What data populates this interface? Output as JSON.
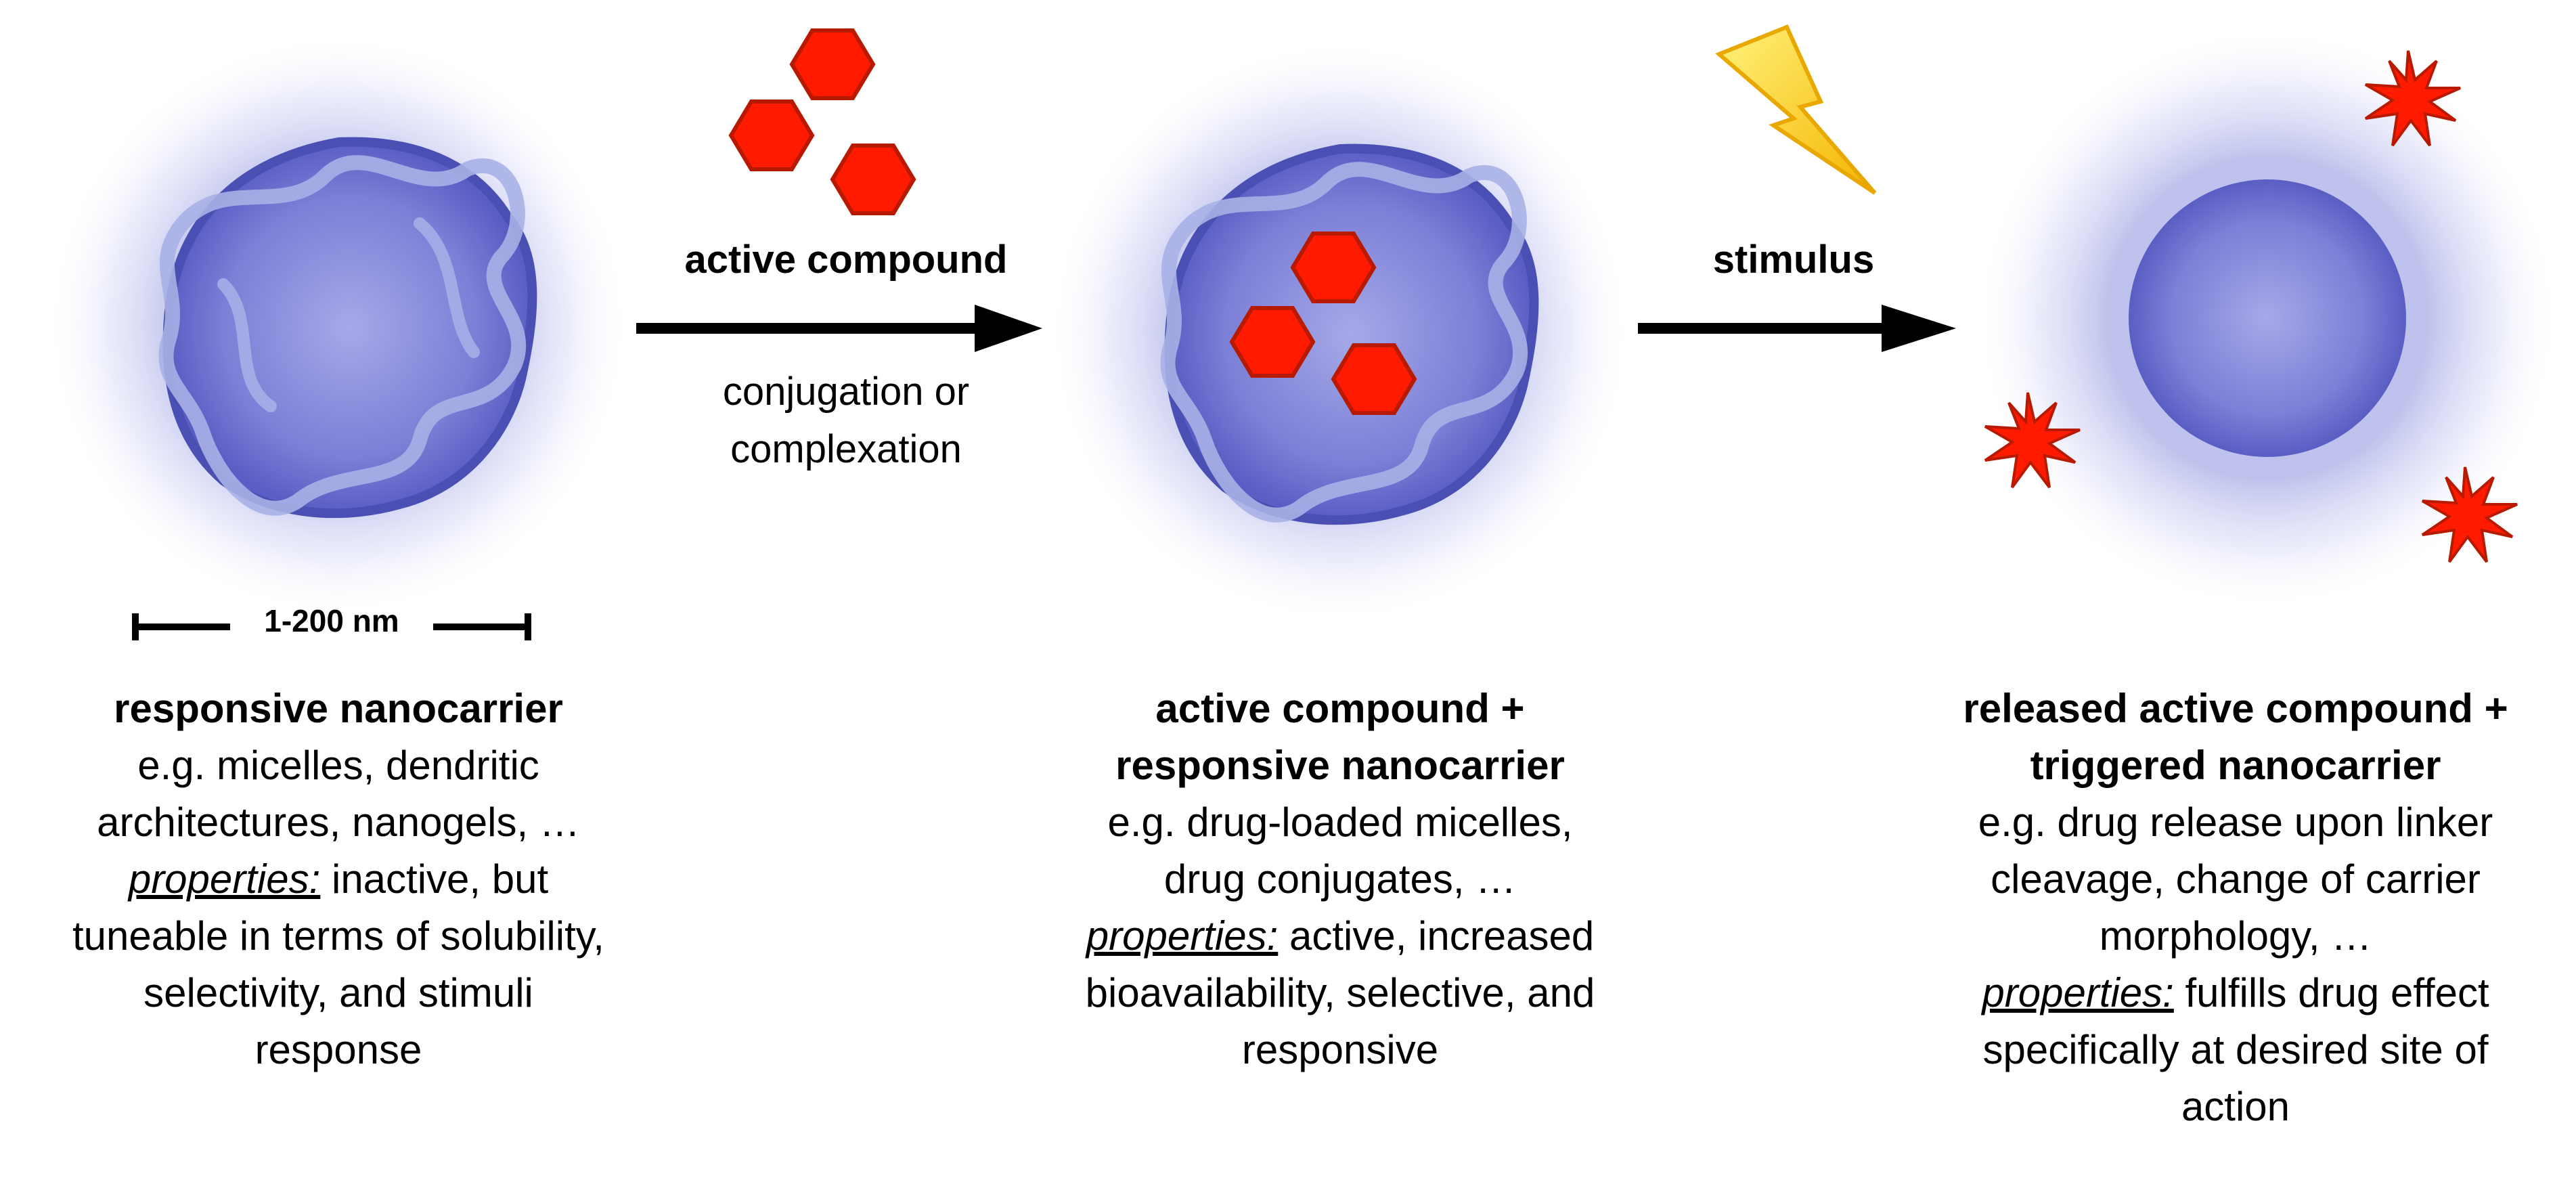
{
  "arrows": {
    "first": {
      "above": "active compound",
      "below_1": "conjugation or",
      "below_2": "complexation"
    },
    "second": {
      "above": "stimulus"
    }
  },
  "scale_bar": {
    "label": "1-200 nm"
  },
  "panels": {
    "left": {
      "title": "responsive nanocarrier",
      "line_1": "e.g. micelles, dendritic",
      "line_2": "architectures, nanogels, …",
      "prop_label": "properties:",
      "prop_text": " inactive, but",
      "line_4": "tuneable in terms of solubility,",
      "line_5": "selectivity, and stimuli",
      "line_6": "response"
    },
    "middle": {
      "title_1": "active compound +",
      "title_2": "responsive nanocarrier",
      "line_1": "e.g. drug-loaded micelles,",
      "line_2": "drug conjugates, …",
      "prop_label": "properties:",
      "prop_text": " active, increased",
      "line_4": "bioavailability, selective, and",
      "line_5": "responsive"
    },
    "right": {
      "title_1": "released active compound +",
      "title_2": "triggered nanocarrier",
      "line_1": "e.g. drug release upon linker",
      "line_2": "cleavage, change of carrier",
      "line_3": "morphology, …",
      "prop_label": "properties:",
      "prop_text": " fulfills drug effect",
      "line_5": "specifically at desired site of",
      "line_6": "action"
    }
  },
  "colors": {
    "carrier": "#6b6fc9",
    "carrier_dark": "#4a4fb3",
    "polymer": "#a9b0e6",
    "drug": "#ff1a00",
    "drug_border": "#b81a00",
    "bolt": "#ffd400",
    "arrow": "#000000"
  }
}
